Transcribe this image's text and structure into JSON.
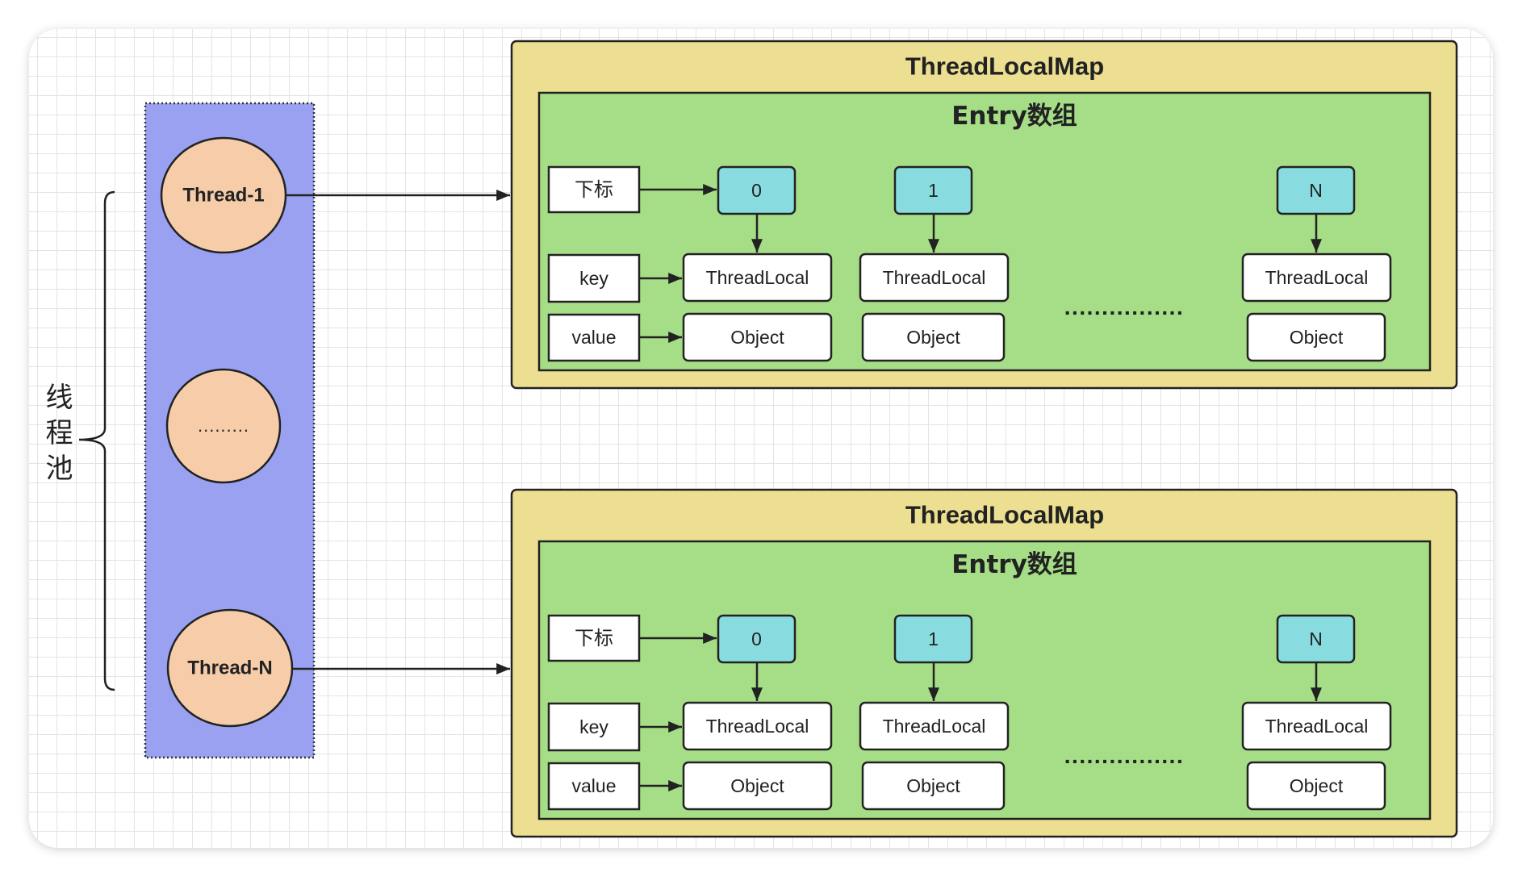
{
  "pool": {
    "label": "线程池",
    "threads": [
      "Thread-1",
      ".........",
      "Thread-N"
    ]
  },
  "maps": [
    {
      "title": "ThreadLocalMap",
      "entry_title": "Entry数组",
      "row_labels": {
        "index": "下标",
        "key": "key",
        "value": "value"
      },
      "entries": [
        {
          "index": "0",
          "key": "ThreadLocal",
          "value": "Object"
        },
        {
          "index": "1",
          "key": "ThreadLocal",
          "value": "Object"
        },
        {
          "index": "N",
          "key": "ThreadLocal",
          "value": "Object"
        }
      ],
      "ellipsis": "................"
    },
    {
      "title": "ThreadLocalMap",
      "entry_title": "Entry数组",
      "row_labels": {
        "index": "下标",
        "key": "key",
        "value": "value"
      },
      "entries": [
        {
          "index": "0",
          "key": "ThreadLocal",
          "value": "Object"
        },
        {
          "index": "1",
          "key": "ThreadLocal",
          "value": "Object"
        },
        {
          "index": "N",
          "key": "ThreadLocal",
          "value": "Object"
        }
      ],
      "ellipsis": "................"
    }
  ],
  "colors": {
    "pool_fill": "#9aa1f0",
    "thread_fill": "#f7cda9",
    "map_fill": "#ecdf91",
    "entry_fill": "#a6de87",
    "index_fill": "#88dcdf",
    "cell_fill": "#ffffff",
    "stroke": "#222222"
  }
}
